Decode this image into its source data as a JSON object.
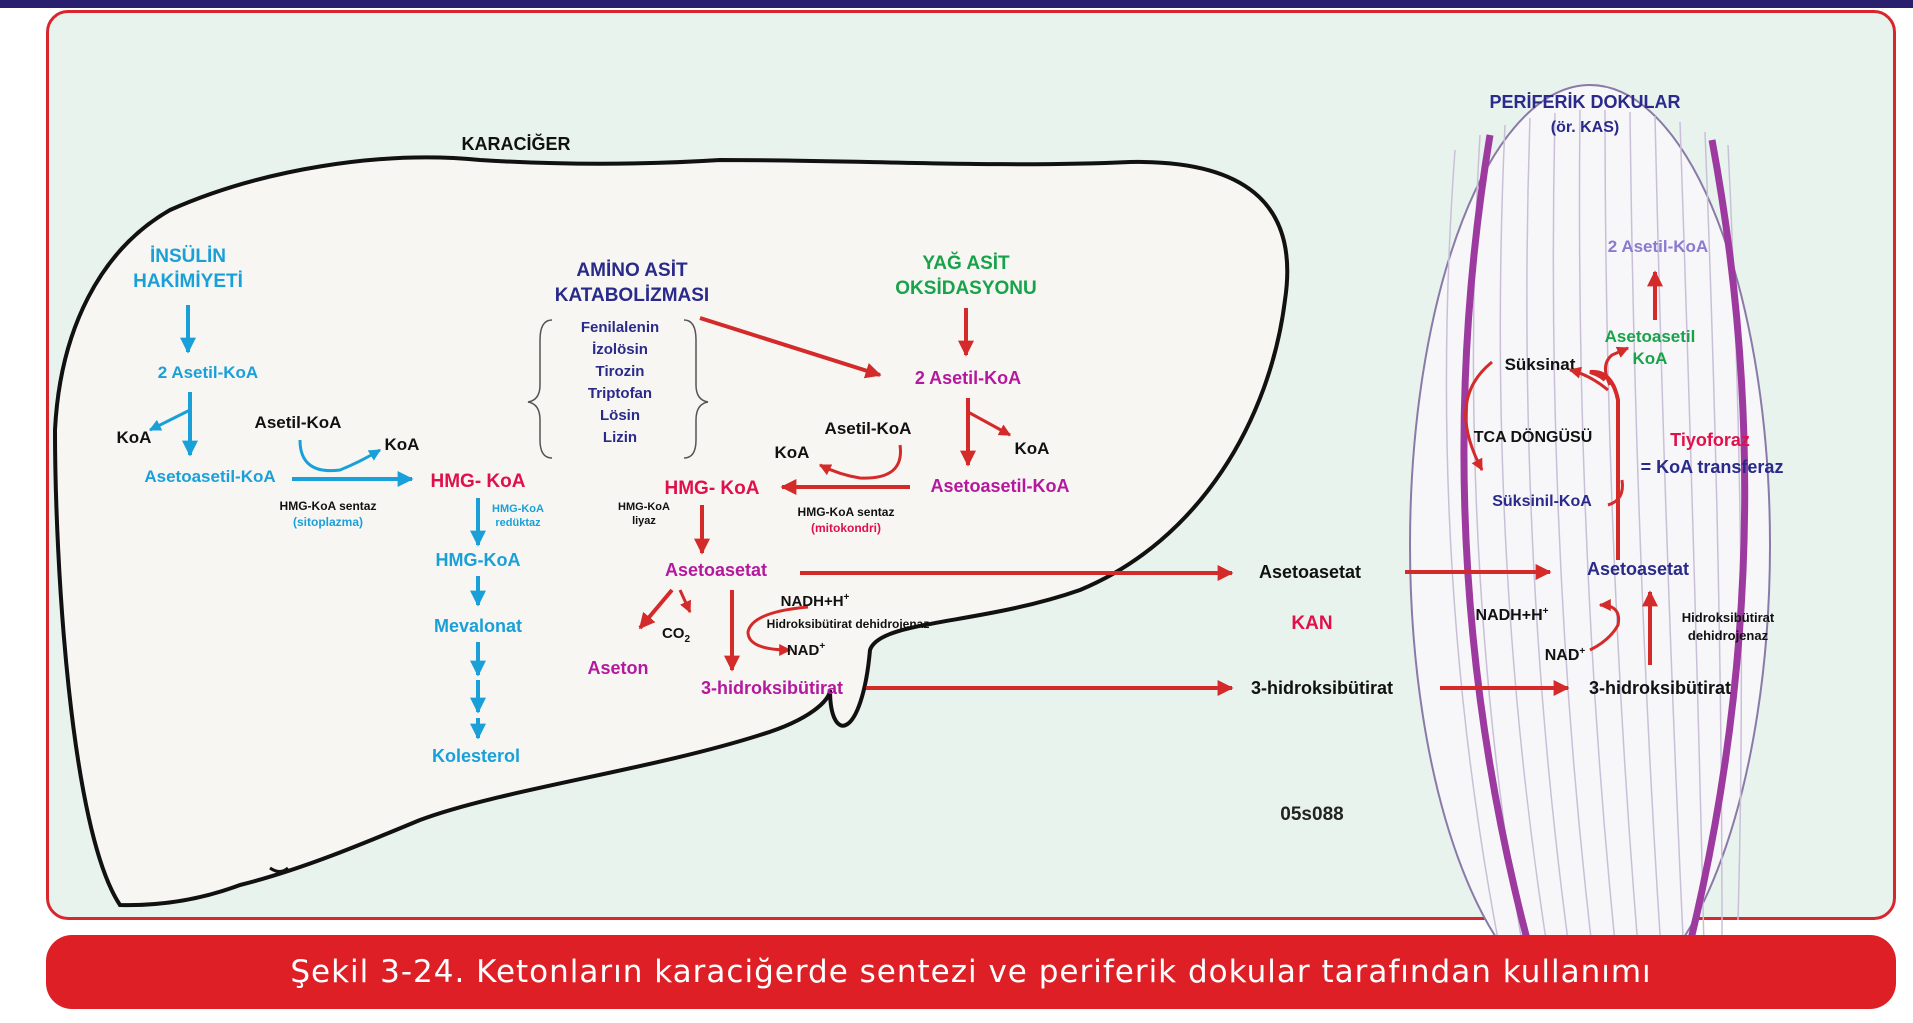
{
  "colors": {
    "frame_red": "#d8262e",
    "panel_bg": "#e9f3ee",
    "liver_fill": "#f7f6f3",
    "cyan": "#1aa0d8",
    "magenta": "#b4189e",
    "crimson": "#e0104a",
    "navy": "#2a2a8a",
    "green": "#18a34a",
    "arrow_red": "#d42a2a",
    "muscle_purple": "#9c3aa0",
    "black": "#111111"
  },
  "figure_id": "05s088",
  "caption": "Şekil 3-24. Ketonların karaciğerde sentezi ve periferik dokular tarafından kullanımı",
  "liver": {
    "title": "KARACİĞER",
    "insulin": {
      "line1": "İNSÜLİN",
      "line2": "HAKİMİYETİ"
    },
    "cytoplasm": {
      "acetyl2": "2 Asetil-KoA",
      "koa": "KoA",
      "acetoacetyl": "Asetoasetil-KoA",
      "acetyl_in": "Asetil-KoA",
      "koa_out": "KoA",
      "hmg_koa": "HMG- KoA",
      "synthase": "HMG-KoA sentaz",
      "compartment": "(sitoplazma)",
      "reductase_1": "HMG-KoA",
      "reductase_2": "redüktaz",
      "hmg_koa_2": "HMG-KoA",
      "mevalonate": "Mevalonat",
      "cholesterol": "Kolesterol"
    },
    "amino": {
      "line1": "AMİNO ASİT",
      "line2": "KATABOLİZMASI",
      "items": [
        "Fenilalenin",
        "İzolösin",
        "Tirozin",
        "Triptofan",
        "Lösin",
        "Lizin"
      ]
    },
    "fatty": {
      "line1": "YAĞ ASİT",
      "line2": "OKSİDASYONU"
    },
    "mito": {
      "acetyl2": "2 Asetil-KoA",
      "koa_right": "KoA",
      "acetyl_in": "Asetil-KoA",
      "koa_left": "KoA",
      "acetoacetyl": "Asetoasetil-KoA",
      "hmg_koa": "HMG- KoA",
      "lyase_1": "HMG-KoA",
      "lyase_2": "liyaz",
      "synthase": "HMG-KoA sentaz",
      "compartment": "(mitokondri)",
      "acetoacetate": "Asetoasetat",
      "acetone": "Aseton",
      "co2": "CO",
      "co2_sub": "2",
      "nadh": "NADH+H",
      "nadh_sup": "+",
      "dehydrogenase": "Hidroksibütirat dehidrojenaz",
      "nad": "NAD",
      "nad_sup": "+",
      "hydroxybutyrate": "3-hidroksibütirat"
    }
  },
  "blood": {
    "label": "KAN",
    "acetoacetate": "Asetoasetat",
    "hydroxybutyrate": "3-hidroksibütirat"
  },
  "peripheral": {
    "title1": "PERİFERİK DOKULAR",
    "title2": "(ör. KAS)",
    "acetyl2": "2 Asetil-KoA",
    "acetoacetyl_1": "Asetoasetil",
    "acetoacetyl_2": "KoA",
    "succinate": "Süksinat",
    "tca": "TCA DÖNGÜSÜ",
    "thiophorase": "Tiyoforaz",
    "transferase": "= KoA transferaz",
    "succinyl": "Süksinil-KoA",
    "acetoacetate": "Asetoasetat",
    "nadh": "NADH+H",
    "nadh_sup": "+",
    "nad": "NAD",
    "nad_sup": "+",
    "dehyd_1": "Hidroksibütirat",
    "dehyd_2": "dehidrojenaz",
    "hydroxybutyrate": "3-hidroksibütirat"
  }
}
